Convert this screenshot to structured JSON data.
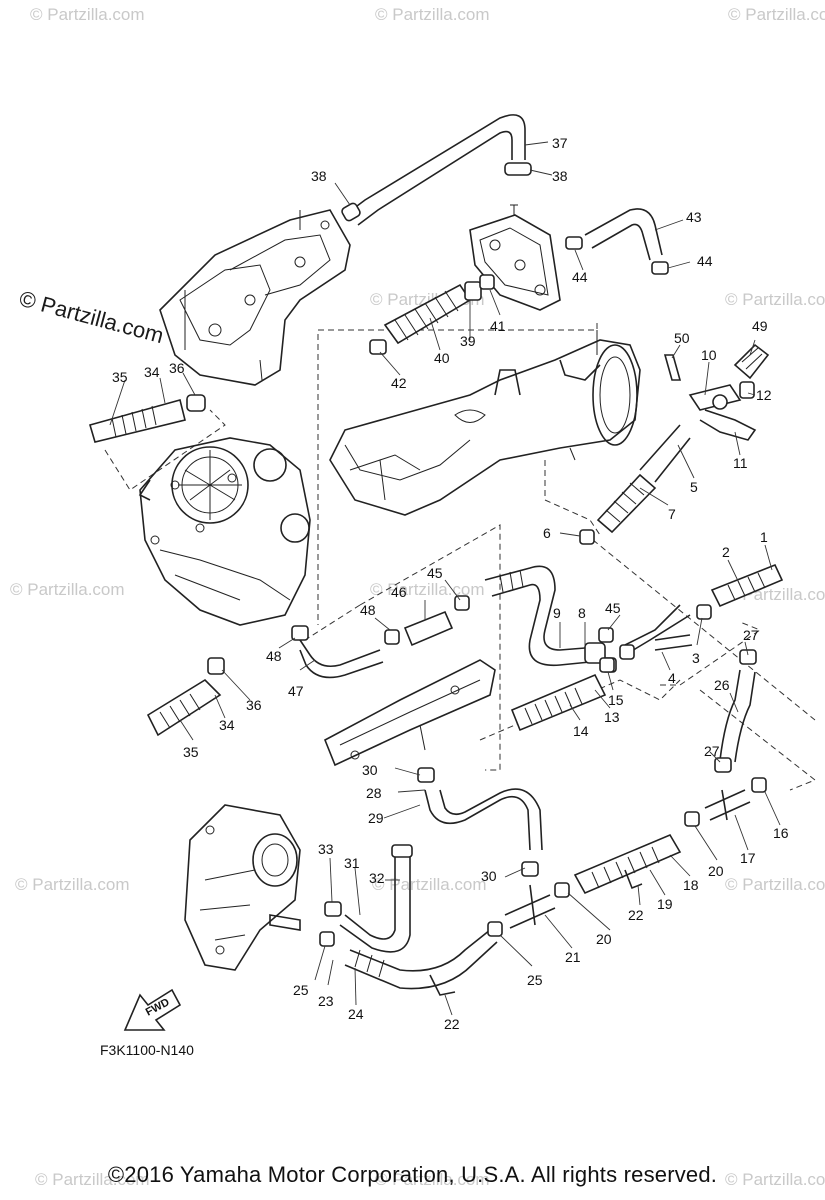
{
  "watermarks": {
    "small_text": "© Partzilla.com",
    "main_text": "© Partzilla.com"
  },
  "diagram": {
    "part_code": "F3K1100-N140",
    "fwd_label": "FWD",
    "copyright": "©2016  Yamaha Motor Corporation, U.S.A. All rights reserved."
  },
  "callouts": [
    "1",
    "2",
    "3",
    "4",
    "5",
    "6",
    "7",
    "8",
    "9",
    "10",
    "11",
    "12",
    "13",
    "14",
    "15",
    "16",
    "17",
    "18",
    "19",
    "20",
    "20",
    "21",
    "22",
    "22",
    "23",
    "24",
    "25",
    "25",
    "26",
    "27",
    "27",
    "28",
    "29",
    "30",
    "30",
    "31",
    "32",
    "33",
    "34",
    "34",
    "35",
    "35",
    "36",
    "36",
    "37",
    "38",
    "38",
    "39",
    "40",
    "41",
    "42",
    "43",
    "44",
    "44",
    "45",
    "45",
    "46",
    "47",
    "48",
    "48",
    "49",
    "50"
  ]
}
